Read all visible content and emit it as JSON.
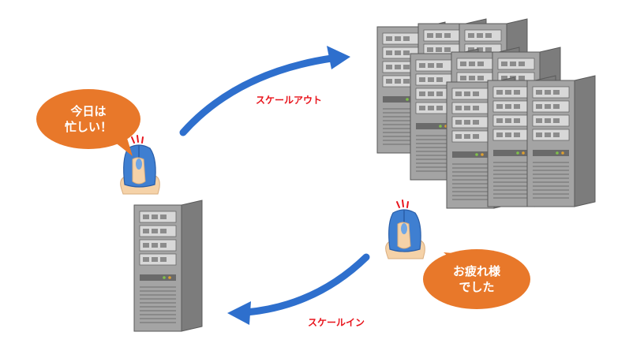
{
  "labels": {
    "scale_out": "スケールアウト",
    "scale_in": "スケールイン"
  },
  "bubbles": {
    "busy_line1": "今日は",
    "busy_line2": "忙しい！",
    "thanks_line1": "お疲れ様",
    "thanks_line2": "でした"
  },
  "colors": {
    "arrow": "#2e6fcd",
    "bubble": "#e8782a",
    "label": "#e8141c",
    "server_front": "#a3a3a3",
    "server_side": "#7c7c7c",
    "mouse": "#3f7fd1"
  }
}
